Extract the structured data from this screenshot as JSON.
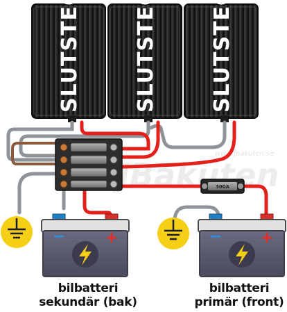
{
  "amplifiers": [
    {
      "label": "SLUTSTEG"
    },
    {
      "label": "SLUTSTEG"
    },
    {
      "label": "SLUTSTEG"
    }
  ],
  "batteries": {
    "secondary": {
      "line1": "bilbatteri",
      "line2": "sekundär (bak)"
    },
    "primary": {
      "line1": "bilbatteri",
      "line2": "primär (front)"
    }
  },
  "terminals": {
    "negative": "−",
    "positive": "+"
  },
  "watermark": {
    "big": "JBakuten",
    "url": "www.jbakuten.se"
  },
  "fuse_marking": "300A",
  "colors": {
    "positive_cable": "#e3201b",
    "ground_cable": "#8d9396",
    "amp_body": "#2a2a2a",
    "battery_body": "#5d5d73",
    "battery_top": "#e2e2e2",
    "ground_symbol": "#f4cf16"
  },
  "icons": [
    "ground-icon",
    "lightning-icon",
    "fuse-icon"
  ]
}
